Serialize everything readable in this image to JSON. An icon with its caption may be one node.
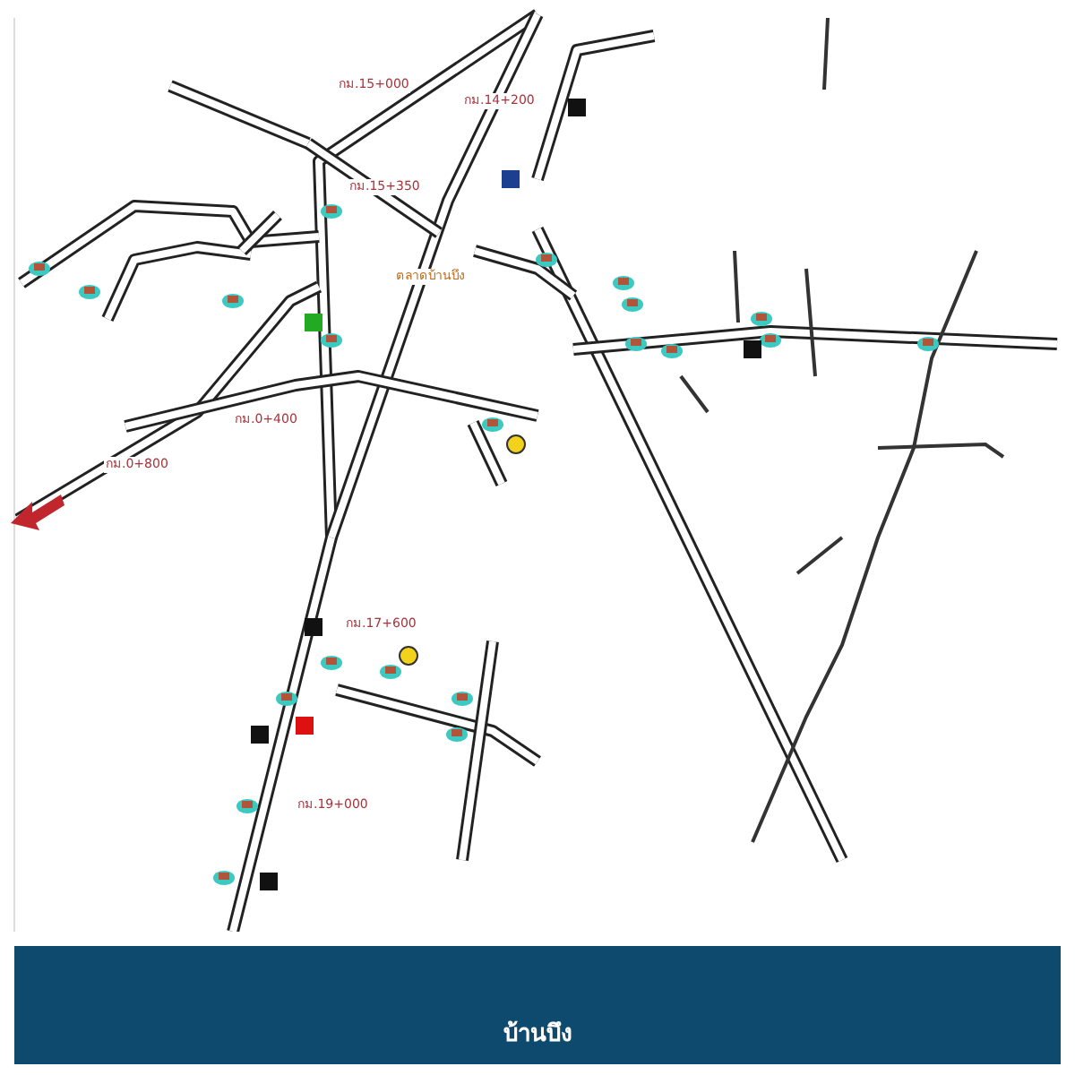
{
  "diagram": {
    "caption": "บ้านบึง",
    "labels": [
      "กม.15+000",
      "กม.14+200",
      "กม.15+350",
      "ตลาดบ้านบึง",
      "กม.0+400",
      "กม.0+800",
      "กม.17+600",
      "กม.19+000"
    ]
  }
}
